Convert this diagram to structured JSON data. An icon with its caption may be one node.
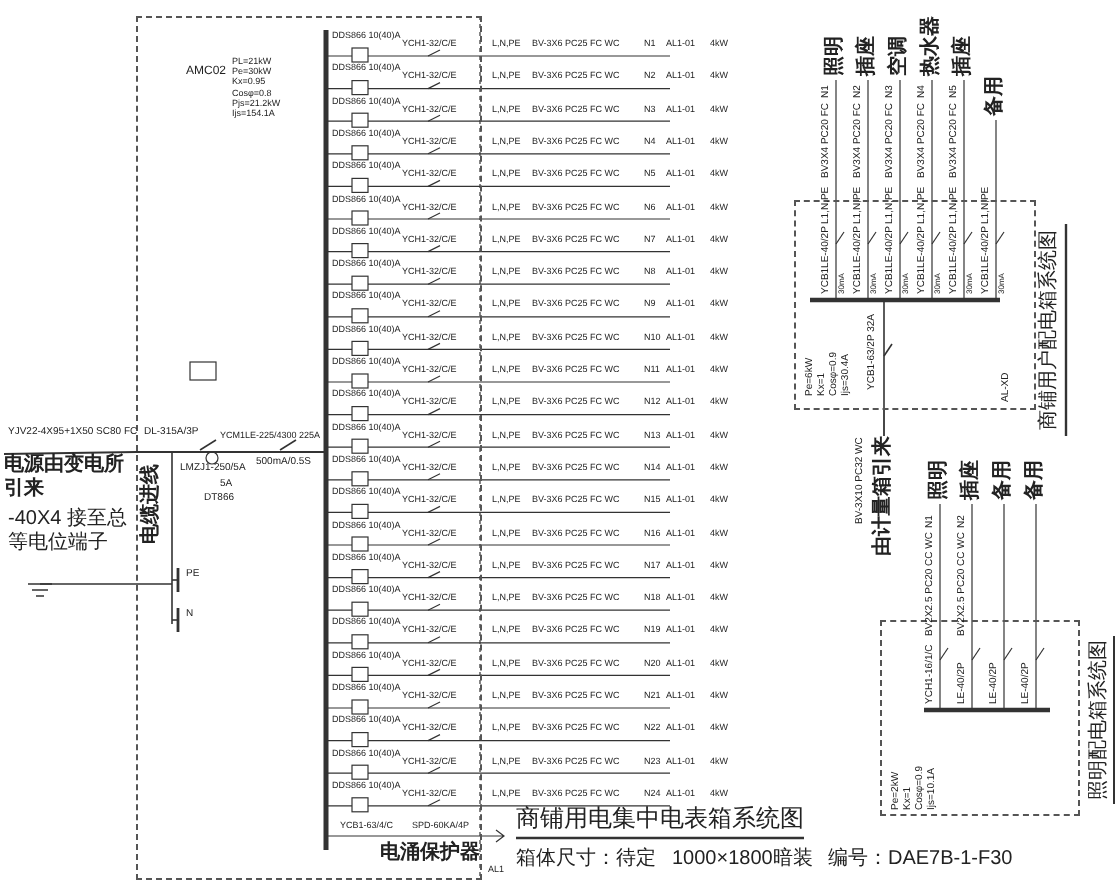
{
  "diagram": {
    "title": "商铺用电集中电表箱系统图",
    "nodes": [
      {
        "text": [
          "AMC02",
          "PL=21kW Pe=30kW Kx=0.95 Cosφ=0.8 Pjs=21.2kW Ijs=154.1A"
        ]
      },
      {
        "text": [
          "AL-XD"
        ]
      },
      {
        "text": [],
        "shape": "box"
      },
      {
        "text": [
          "电源由变电所引来"
        ]
      },
      {
        "text": [
          "由计量箱引来"
        ]
      }
    ],
    "edges": [
      {
        "from": 3,
        "to": 0,
        "arrow": "none"
      },
      {
        "from": 4,
        "to": 1,
        "arrow": "none"
      }
    ],
    "labels": [
      "YJV22-4X95+1X50 SC80 FC",
      "DL-315A/3P",
      "YCM1LE-225/4300 225A",
      "LMZJ1-250/5A",
      "500mA/0.5S",
      "5A",
      "DT866",
      "电缆进线",
      "-40X4 接至总等电位端子",
      "PE",
      "N",
      "DDS866 10(40)A",
      "YCH1-32/C/E",
      "L,N,PE",
      "BV-3X6 PC25 FC WC",
      "N1",
      "AL1-01",
      "4kW",
      "DDS866 10(40)A",
      "YCH1-32/C/E",
      "L,N,PE",
      "BV-3X6 PC25 FC WC",
      "N2",
      "AL1-01",
      "4kW",
      "DDS866 10(40)A",
      "YCH1-32/C/E",
      "L,N,PE",
      "BV-3X6 PC25 FC WC",
      "N3",
      "AL1-01",
      "4kW",
      "DDS866 10(40)A",
      "YCH1-32/C/E",
      "L,N,PE",
      "BV-3X6 PC25 FC WC",
      "N4",
      "AL1-01",
      "4kW",
      "DDS866 10(40)A",
      "YCH1-32/C/E",
      "L,N,PE",
      "BV-3X6 PC25 FC WC",
      "N5",
      "AL1-01",
      "4kW",
      "DDS866 10(40)A",
      "YCH1-32/C/E",
      "L,N,PE",
      "BV-3X6 PC25 FC WC",
      "N6",
      "AL1-01",
      "4kW",
      "DDS866 10(40)A",
      "YCH1-32/C/E",
      "L,N,PE",
      "BV-3X6 PC25 FC WC",
      "N7",
      "AL1-01",
      "4kW",
      "DDS866 10(40)A",
      "YCH1-32/C/E",
      "L,N,PE",
      "BV-3X6 PC25 FC WC",
      "N8",
      "AL1-01",
      "4kW",
      "DDS866 10(40)A",
      "YCH1-32/C/E",
      "L,N,PE",
      "BV-3X6 PC25 FC WC",
      "N9",
      "AL1-01",
      "4kW",
      "DDS866 10(40)A",
      "YCH1-32/C/E",
      "L,N,PE",
      "BV-3X6 PC25 FC WC",
      "N10",
      "AL1-01",
      "4kW",
      "DDS866 10(40)A",
      "YCH1-32/C/E",
      "L,N,PE",
      "BV-3X6 PC25 FC WC",
      "N11",
      "AL1-01",
      "4kW",
      "DDS866 10(40)A",
      "YCH1-32/C/E",
      "L,N,PE",
      "BV-3X6 PC25 FC WC",
      "N12",
      "AL1-01",
      "4kW",
      "DDS866 10(40)A",
      "YCH1-32/C/E",
      "L,N,PE",
      "BV-3X6 PC25 FC WC",
      "N13",
      "AL1-01",
      "4kW",
      "DDS866 10(40)A",
      "YCH1-32/C/E",
      "L,N,PE",
      "BV-3X6 PC25 FC WC",
      "N14",
      "AL1-01",
      "4kW",
      "DDS866 10(40)A",
      "YCH1-32/C/E",
      "L,N,PE",
      "BV-3X6 PC25 FC WC",
      "N15",
      "AL1-01",
      "4kW",
      "DDS866 10(40)A",
      "YCH1-32/C/E",
      "L,N,PE",
      "BV-3X6 PC25 FC WC",
      "N16",
      "AL1-01",
      "4kW",
      "DDS866 10(40)A",
      "YCH1-32/C/E",
      "L,N,PE",
      "BV-3X6 PC25 FC WC",
      "N17",
      "AL1-01",
      "4kW",
      "DDS866 10(40)A",
      "YCH1-32/C/E",
      "L,N,PE",
      "BV-3X6 PC25 FC WC",
      "N18",
      "AL1-01",
      "4kW",
      "DDS866 10(40)A",
      "YCH1-32/C/E",
      "L,N,PE",
      "BV-3X6 PC25 FC WC",
      "N19",
      "AL1-01",
      "4kW",
      "DDS866 10(40)A",
      "YCH1-32/C/E",
      "L,N,PE",
      "BV-3X6 PC25 FC WC",
      "N20",
      "AL1-01",
      "4kW",
      "DDS866 10(40)A",
      "YCH1-32/C/E",
      "L,N,PE",
      "BV-3X6 PC25 FC WC",
      "N21",
      "AL1-01",
      "4kW",
      "DDS866 10(40)A",
      "YCH1-32/C/E",
      "L,N,PE",
      "BV-3X6 PC25 FC WC",
      "N22",
      "AL1-01",
      "4kW",
      "DDS866 10(40)A",
      "YCH1-32/C/E",
      "L,N,PE",
      "BV-3X6 PC25 FC WC",
      "N23",
      "AL1-01",
      "4kW",
      "DDS866 10(40)A",
      "YCH1-32/C/E",
      "L,N,PE",
      "BV-3X6 PC25 FC WC",
      "N24",
      "AL1-01",
      "4kW",
      "YCB1-63/4/C",
      "SPD-60KA/4P",
      "电涌保护器",
      "AL1",
      "箱体尺寸：待定",
      "1000×1800暗装",
      "编号：DAE7B-1-F30",
      "YCB1LE-40/2P",
      "30mA",
      "L1,N,PE",
      "BV3X4 PC20 FC",
      "N1",
      "照明",
      "YCB1LE-40/2P",
      "30mA",
      "L1,N,PE",
      "BV3X4 PC20 FC",
      "N2",
      "插座",
      "YCB1LE-40/2P",
      "30mA",
      "L1,N,PE",
      "BV3X4 PC20 FC",
      "N3",
      "空调",
      "YCB1LE-40/2P",
      "30mA",
      "L1,N,PE",
      "BV3X4 PC20 FC",
      "N4",
      "热水器",
      "YCB1LE-40/2P",
      "30mA",
      "L1,N,PE",
      "BV3X4 PC20 FC",
      "N5",
      "插座",
      "YCB1LE-40/2P",
      "30mA",
      "L1,N,PE",
      "备用",
      "YCB1-63/2P 32A",
      "Pe=6kW",
      "Kx=1",
      "Cosφ=0.9",
      "Ijs=30.4A",
      "BV-3X10 PC32 WC",
      "商铺用户配电箱系统图",
      "YCH1-16/1/C",
      "BV2X2.5 PC20 CC WC",
      "N1",
      "照明",
      "LE-40/2P",
      "BV2X2.5 PC20 CC WC",
      "N2",
      "插座",
      "LE-40/2P",
      "备用",
      "LE-40/2P",
      "备用",
      "Pe=2kW",
      "Kx=1",
      "Cosφ=0.9",
      "Ijs=10.1A",
      "照明配电箱系统图"
    ]
  }
}
